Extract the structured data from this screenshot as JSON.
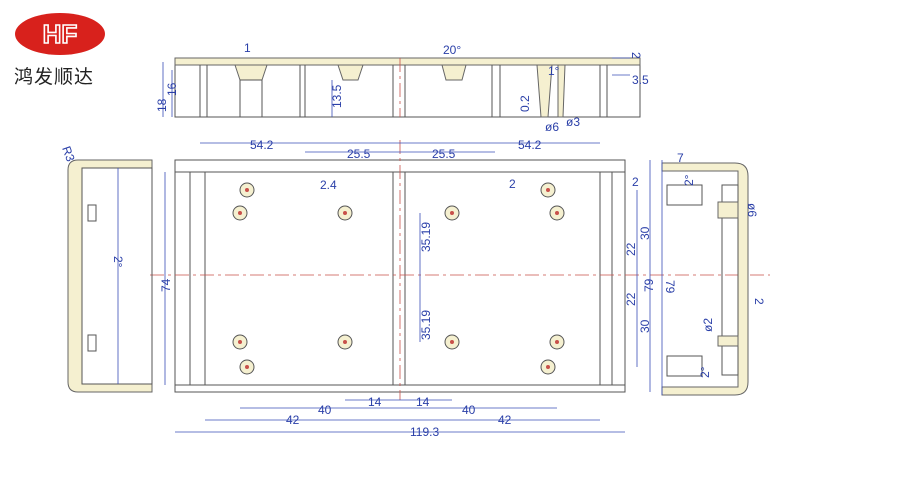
{
  "brand": {
    "logo_text": "HF",
    "name": "鸿发顺达",
    "logo_color": "#d8211c"
  },
  "colors": {
    "dimension": "#2a3fa8",
    "body_fill": "#f5f0d0",
    "centerline": "#c8504a"
  },
  "top_view": {
    "labels": [
      "1",
      "20°",
      "2",
      "1°",
      "3.5",
      "18",
      "16",
      "13.5",
      "0.2",
      "ø6",
      "ø3"
    ]
  },
  "front_view": {
    "labels": [
      "54.2",
      "25.5",
      "25.5",
      "54.2",
      "2.4",
      "2",
      "2",
      "35.19",
      "35.19",
      "22",
      "30",
      "22",
      "30",
      "79",
      "79",
      "74",
      "40",
      "14",
      "14",
      "40",
      "42",
      "42",
      "119.3"
    ]
  },
  "left_view": {
    "labels": [
      "R3",
      "2°"
    ]
  },
  "right_view": {
    "labels": [
      "7",
      "2°",
      "ø6",
      "2",
      "ø2",
      "2°"
    ]
  }
}
